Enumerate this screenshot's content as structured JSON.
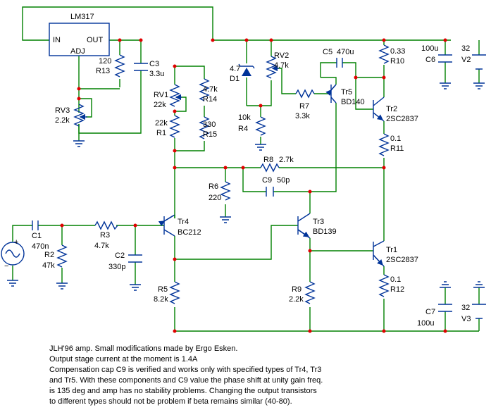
{
  "colors": {
    "wire": "#008000",
    "component": "#003399",
    "node": "#e00000",
    "text": "#000000"
  },
  "ic": {
    "name": "LM317",
    "in": "IN",
    "out": "OUT",
    "adj": "ADJ"
  },
  "components": {
    "r13": {
      "value": "120",
      "ref": "R13"
    },
    "c3": {
      "ref": "C3",
      "value": "3.3u"
    },
    "rv3": {
      "ref": "RV3",
      "value": "2.2k"
    },
    "rv1": {
      "ref": "RV1",
      "value": "22k"
    },
    "r1": {
      "value": "22k",
      "ref": "R1"
    },
    "r14": {
      "value": "4.7k",
      "ref": "R14"
    },
    "r15": {
      "value": "330",
      "ref": "R15"
    },
    "d1": {
      "value": "4.7",
      "ref": "D1"
    },
    "rv2": {
      "ref": "RV2",
      "value": "4.7k"
    },
    "r4": {
      "value": "10k",
      "ref": "R4"
    },
    "c5": {
      "ref": "C5",
      "value": "470u"
    },
    "r7": {
      "ref": "R7",
      "value": "3.3k"
    },
    "tr5": {
      "ref": "Tr5",
      "type": "BD140"
    },
    "r10": {
      "value": "0.33",
      "ref": "R10"
    },
    "c6": {
      "value": "100u",
      "ref": "C6"
    },
    "v2": {
      "value": "32",
      "ref": "V2"
    },
    "tr2": {
      "ref": "Tr2",
      "type": "2SC2837"
    },
    "r11": {
      "value": "0.1",
      "ref": "R11"
    },
    "r8": {
      "ref": "R8",
      "value": "2.7k"
    },
    "r6": {
      "ref": "R6",
      "value": "220"
    },
    "c9": {
      "ref": "C9",
      "value": "50p"
    },
    "c1": {
      "ref": "C1",
      "value": "470n"
    },
    "r2": {
      "ref": "R2",
      "value": "47k"
    },
    "r3": {
      "ref": "R3",
      "value": "4.7k"
    },
    "c2": {
      "ref": "C2",
      "value": "330p"
    },
    "tr4": {
      "ref": "Tr4",
      "type": "BC212"
    },
    "tr3": {
      "ref": "Tr3",
      "type": "BD139"
    },
    "tr1": {
      "ref": "Tr1",
      "type": "2SC2837"
    },
    "r5": {
      "ref": "R5",
      "value": "8.2k"
    },
    "r9": {
      "ref": "R9",
      "value": "2.2k"
    },
    "r12": {
      "value": "0.1",
      "ref": "R12"
    },
    "c7": {
      "ref": "C7",
      "value": "100u"
    },
    "v3": {
      "value": "32",
      "ref": "V3"
    }
  },
  "notes": [
    "JLH'96 amp. Small modifications made by Ergo Esken.",
    "Output stage current at the moment is 1.4A",
    "Compensation cap C9 is verified and works only with specified types of Tr4, Tr3",
    "and Tr5. With these components and C9 value the phase shift at unity gain freq.",
    "is 135 deg and amp has no stability problems. Changing the output transistors",
    "to different types should not be problem if beta remains similar (40-80)."
  ]
}
